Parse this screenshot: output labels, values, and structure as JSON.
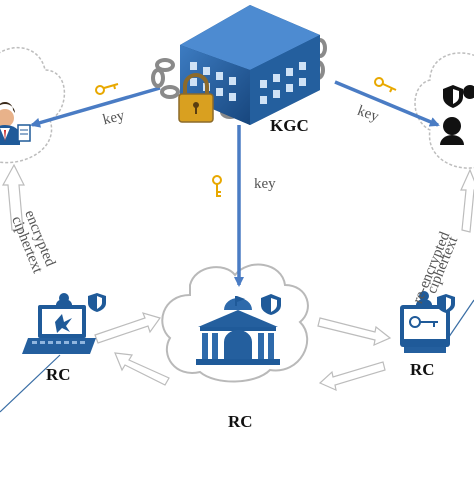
{
  "labels": {
    "kgc": "KGC",
    "key_left": "key",
    "key_center": "key",
    "key_right": "key",
    "rc_left": "RC",
    "rc_center": "RC",
    "rc_right": "RC",
    "encrypted_line1": "encrypted",
    "encrypted_line2": "ciphertext",
    "reencrypted_line1": "re-encrypted",
    "reencrypted_line2": "ciphertext"
  },
  "colors": {
    "arrow_blue": "#4a7cc4",
    "building_blue": "#1f5a99",
    "key_gold": "#e8a800",
    "cloud_stroke": "#b9b9b9",
    "outline_arrow": "#cfcfcf"
  },
  "icons": [
    "building-icon",
    "chain-icon",
    "padlock-icon",
    "key-icon",
    "user-icon",
    "shield-icon",
    "laptop-icon",
    "government-building-icon",
    "terminal-icon",
    "cloud-icon"
  ]
}
